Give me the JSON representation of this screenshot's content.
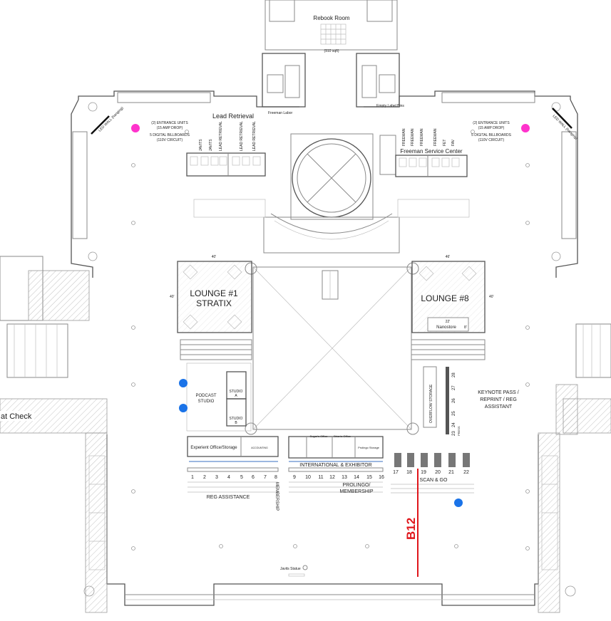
{
  "title": "Javits Center Floor Plan",
  "colors": {
    "marker_blue": "#1a73e8",
    "marker_magenta": "#ff33cc",
    "b12_red": "#e0161b",
    "wall": "#8a8a8a"
  },
  "rebook": {
    "name": "Rebook Room",
    "area": "(910 sqft)"
  },
  "labels": {
    "freeman_labor": "Freeman Labor",
    "empty_label_bins": "Empty Label Bins",
    "led_wall_left": "LED WALL (hanging)",
    "led_wall_right": "LED WALL (hanging)",
    "entrance_units": "(2) ENTRANCE UNITS",
    "amp_drop": "(15 AMP DROP)",
    "billboards": "5 DIGITAL BILLBOARDS",
    "circuit": "(110V CIRCUIT)",
    "lead_retrieval": "Lead Retrieval",
    "freeman_service_center": "Freeman Service Center",
    "coat_check": "at Check",
    "javits_statue": "Javits Statue"
  },
  "lead_booths": [
    "JAVITS",
    "JAVITS",
    "LEAD RETRIEVAL",
    "LEAD RETRIEVAL",
    "LEAD RETRIEVAL"
  ],
  "freeman_booths": [
    "FREEMAN",
    "FREEMAN",
    "FREEMAN",
    "FREEMAN",
    "FET",
    "FAV"
  ],
  "lounge1": {
    "title": "LOUNGE #1",
    "sponsor": "STRATIX",
    "dim_w": "40'",
    "dim_h": "40'"
  },
  "lounge8": {
    "title": "LOUNGE #8",
    "dim_w": "46'",
    "dim_h": "40'",
    "nanostore_w": "22'",
    "nanostore": "Nanostore",
    "nanostore_d": "8'"
  },
  "podcast": {
    "title": "PODCAST",
    "title2": "STUDIO",
    "studio_a": "STUDIO",
    "studio_a2": "A",
    "studio_b": "STUDIO",
    "studio_b2": "B"
  },
  "overflow_storage": "OVERFLOW STORAGE",
  "press_counters": [
    "28",
    "27",
    "26",
    "25",
    "24",
    "23"
  ],
  "press_label": "PRESS",
  "keynote": [
    "KEYNOTE PASS /",
    "REPRINT / REG",
    "ASSISTANT"
  ],
  "offices": {
    "experient": "Experient Office/Storage",
    "accounting": "ACCOUNTING",
    "sugars": "Sugar's Office",
    "brians": "Brian's Office",
    "prolingo_storage": "Prolingo Storage"
  },
  "international_exhibitor": "INTERNATIONAL & EXHIBITOR",
  "reg_counters": [
    "1",
    "2",
    "3",
    "4",
    "5",
    "6",
    "7",
    "8"
  ],
  "intl_counters": [
    "9",
    "10",
    "11",
    "12",
    "13",
    "14",
    "15",
    "16"
  ],
  "scan_kiosks": [
    "17",
    "18",
    "19",
    "20",
    "21",
    "22"
  ],
  "scan_go": "SCAN & GO",
  "reg_assistance": "REG ASSISTANCE",
  "membership": "MEMBERSHIP",
  "prolingo": [
    "PROLINGO/",
    "MEMBERSHIP"
  ],
  "route": "B12"
}
